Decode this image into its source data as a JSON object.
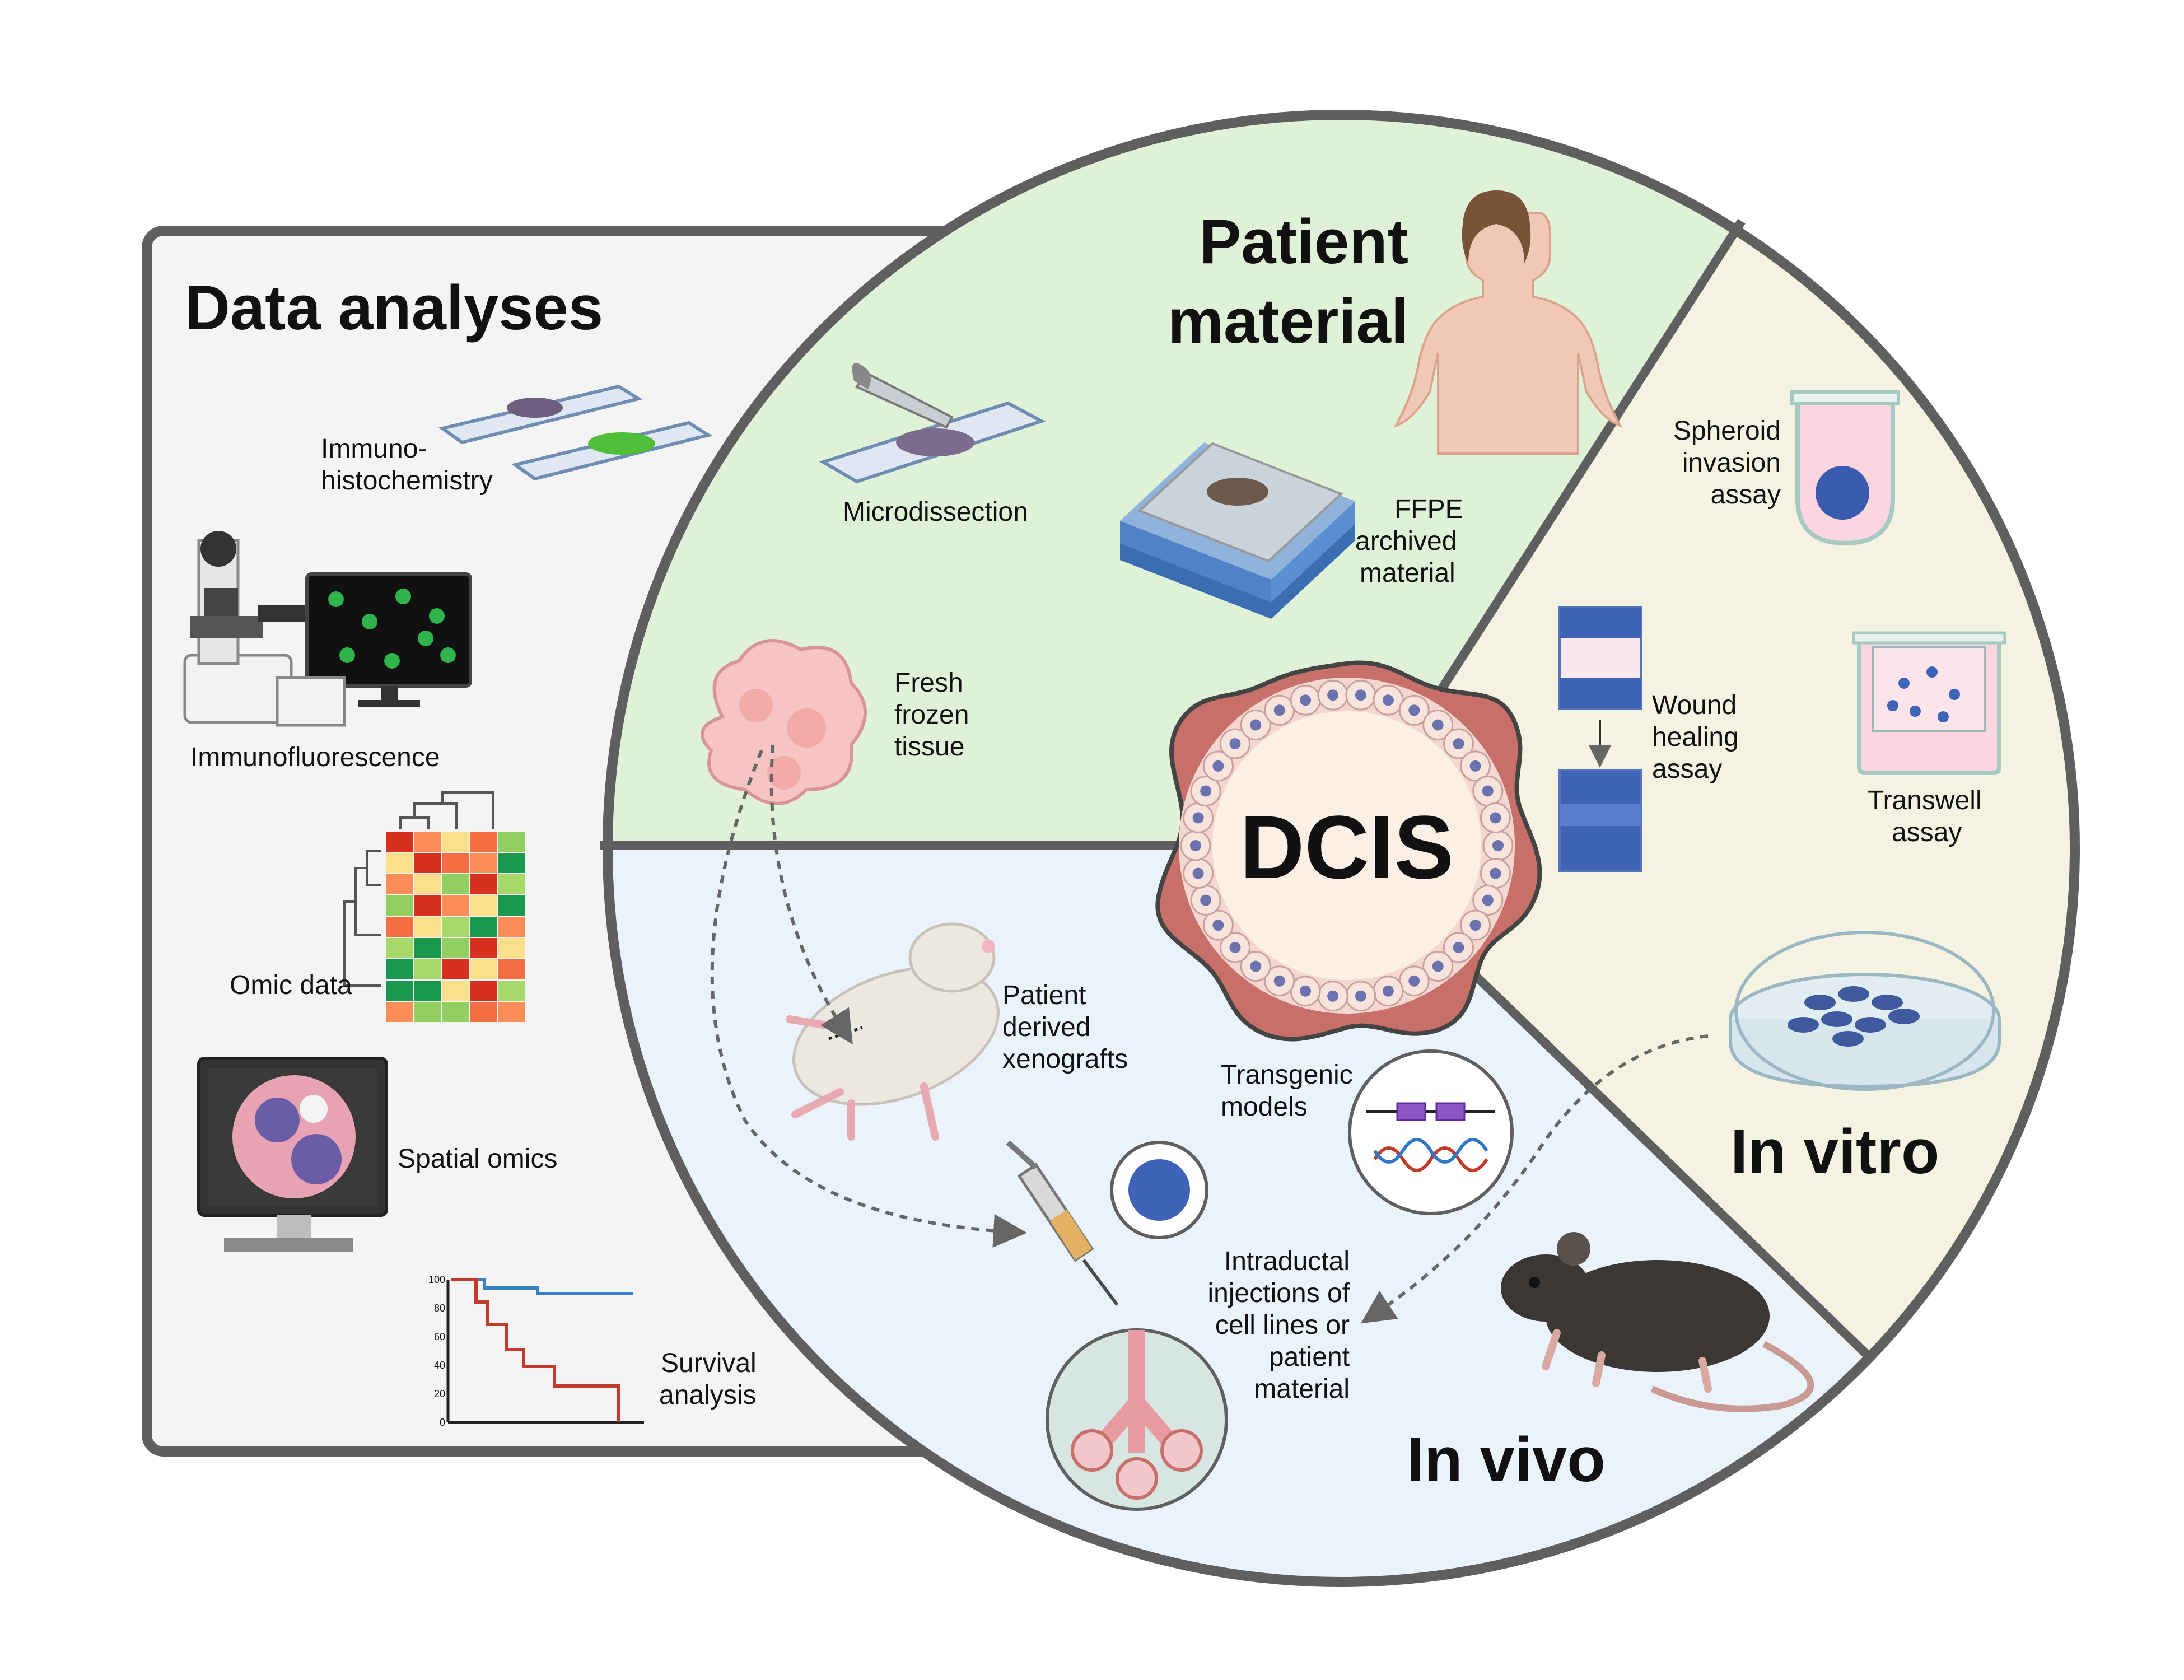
{
  "sections": {
    "data_analyses": "Data analyses",
    "patient_material": [
      "Patient",
      "material"
    ],
    "in_vitro": "In vitro",
    "in_vivo": "In vivo",
    "center": "DCIS"
  },
  "labels": {
    "ihc": [
      "Immuno-",
      "histochemistry"
    ],
    "if": "Immunofluorescence",
    "omic": "Omic data",
    "spatial": "Spatial omics",
    "survival": [
      "Survival",
      "analysis"
    ],
    "microdissection": "Microdissection",
    "ffpe": [
      "FFPE",
      "archived",
      "material"
    ],
    "fresh": [
      "Fresh",
      "frozen",
      "tissue"
    ],
    "spheroid": [
      "Spheroid",
      "invasion",
      "assay"
    ],
    "wound": [
      "Wound",
      "healing",
      "assay"
    ],
    "transwell": [
      "Transwell",
      "assay"
    ],
    "pdx": [
      "Patient",
      "derived",
      "xenografts"
    ],
    "transgenic": [
      "Transgenic",
      "models"
    ],
    "intraductal": [
      "Intraductal",
      "injections of",
      "cell lines or",
      "patient",
      "material"
    ]
  },
  "survival_axis": [
    "100",
    "80",
    "60",
    "40",
    "20",
    "0"
  ],
  "colors": {
    "outline": "#5f5f5f",
    "data_bg": "#f4f4f4",
    "patient_bg": "#dff1d7",
    "vitro_bg": "#f4f3e1",
    "vivo_bg": "#eaf3fb",
    "tumor": "#c76f69",
    "cell_nucleus": "#6a73ad",
    "survival_blue": "#3b7fc4",
    "survival_red": "#c23a2a"
  }
}
